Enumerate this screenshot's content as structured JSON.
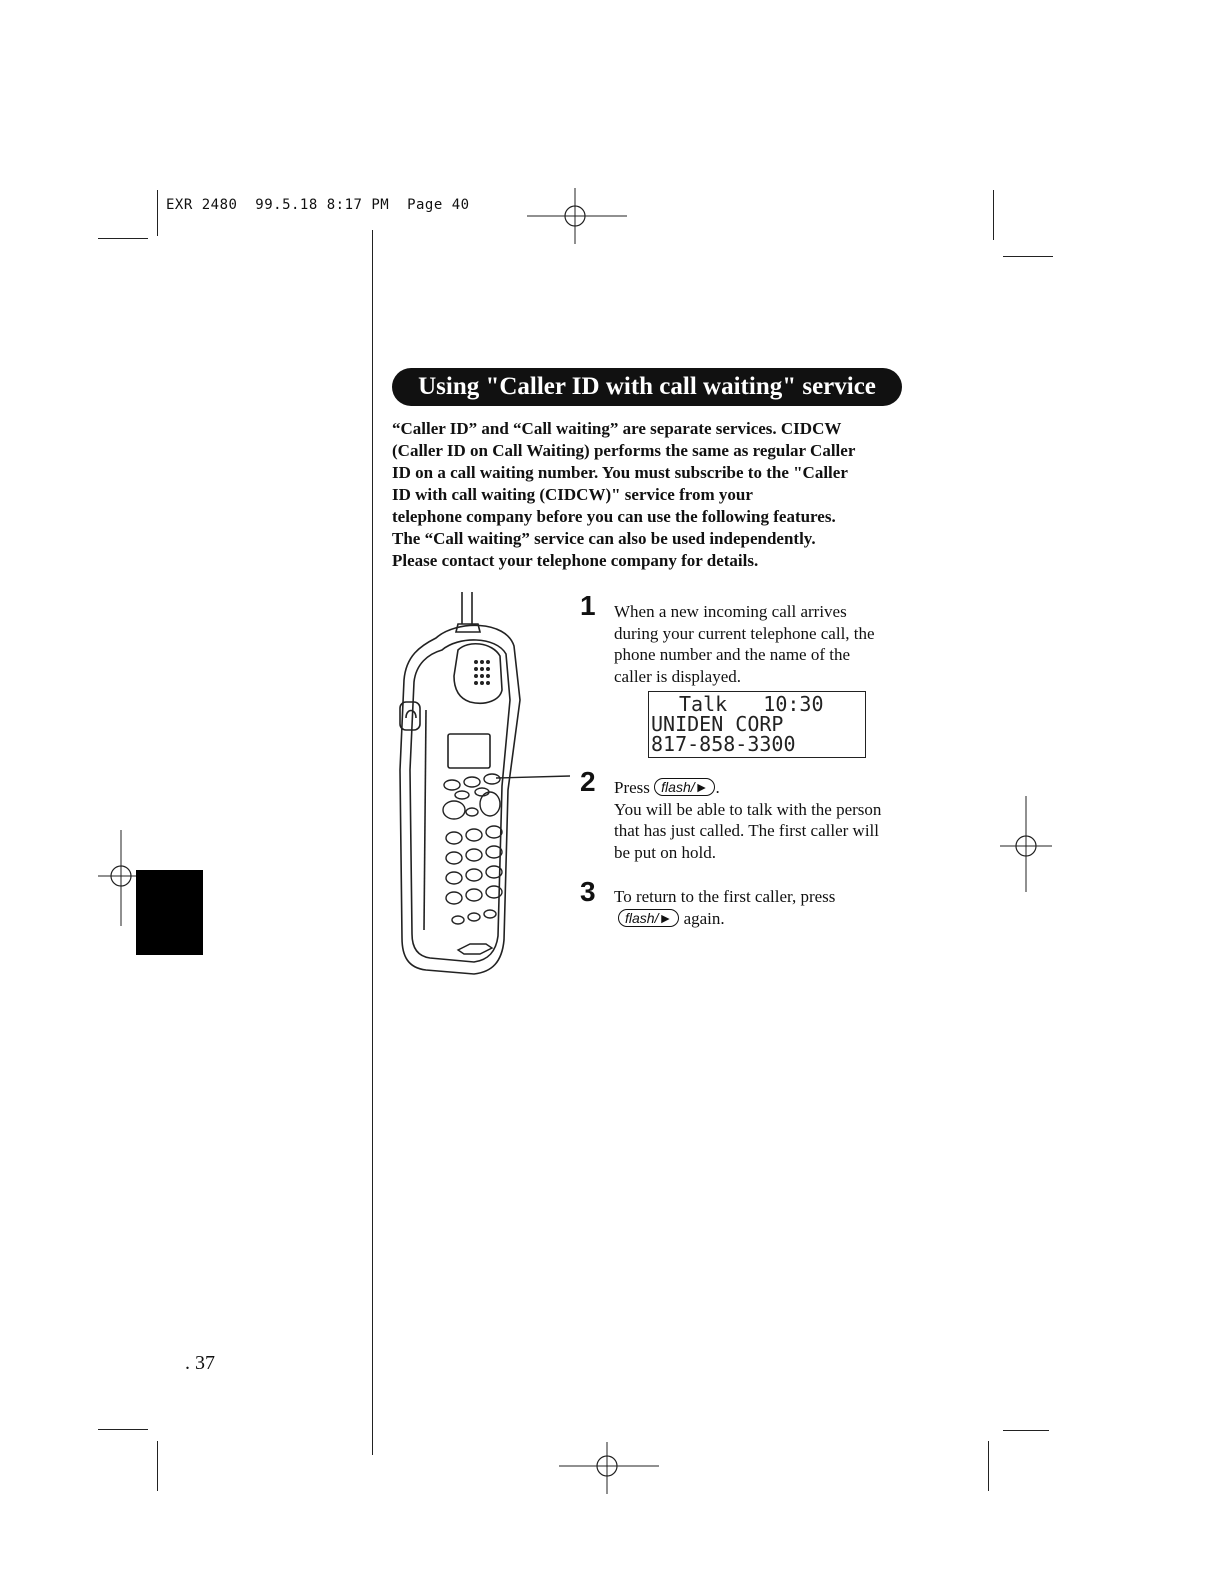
{
  "slug": {
    "text": "EXR 2480  99.5.18 8:17 PM  Page 40"
  },
  "section": {
    "title": "Using \"Caller ID with call waiting\" service"
  },
  "intro": {
    "lines": [
      "“Caller ID” and “Call waiting” are separate services. CIDCW",
      "(Caller ID on Call Waiting) performs the same as regular Caller",
      "ID on a call waiting number. You must subscribe to the \"Caller",
      "ID with call waiting (CIDCW)\" service from your",
      "telephone company before you can use the following features.",
      "The “Call waiting” service can also be used independently.",
      "Please contact your telephone company for details."
    ]
  },
  "display": {
    "line1": "Talk   10:30",
    "line2": "UNIDEN CORP",
    "line3": "817-858-3300"
  },
  "steps": [
    {
      "number": "1",
      "lines": [
        "When a new incoming call arrives",
        "during your current telephone call, the",
        "phone number and the name of the",
        "caller is displayed."
      ]
    },
    {
      "number": "2",
      "prefix": "Press",
      "key": "flash/►",
      "suffix": ".",
      "lines": [
        "You will be able to talk with the person",
        "that has just called. The first caller will",
        "be put on hold."
      ]
    },
    {
      "number": "3",
      "lines": [
        "To return to the first caller, press"
      ],
      "key": "flash/►",
      "suffix": "again."
    }
  ],
  "page_number": ". 37",
  "icons": {
    "registration_marks": "crosshair-registration-icon",
    "handset": "cordless-phone-illustration",
    "side_tab": "black-thumb-tab"
  }
}
